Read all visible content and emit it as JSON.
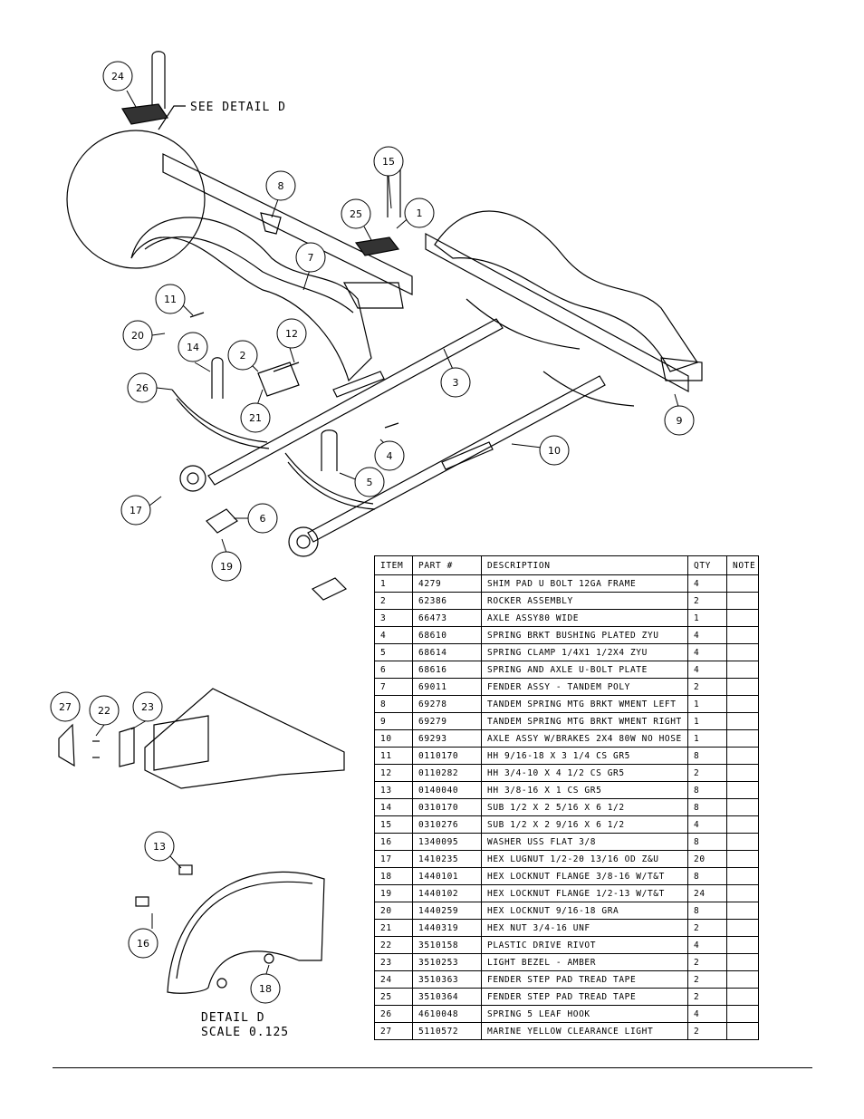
{
  "callouts": [
    "24",
    "15",
    "25",
    "1",
    "8",
    "7",
    "11",
    "20",
    "12",
    "14",
    "2",
    "26",
    "21",
    "3",
    "9",
    "10",
    "4",
    "5",
    "17",
    "6",
    "19",
    "27",
    "22",
    "23",
    "13",
    "16",
    "18"
  ],
  "notes": {
    "see_detail": "SEE DETAIL  D",
    "detail_title": "DETAIL  D",
    "detail_scale": "SCALE  0.125"
  },
  "table": {
    "headers": [
      "ITEM",
      "PART #",
      "DESCRIPTION",
      "QTY",
      "NOTE"
    ],
    "rows": [
      [
        "1",
        "4279",
        "SHIM PAD   U BOLT 12GA FRAME",
        "4",
        ""
      ],
      [
        "2",
        "62386",
        "ROCKER ASSEMBLY",
        "2",
        ""
      ],
      [
        "3",
        "66473",
        "AXLE ASSY80 WIDE",
        "1",
        ""
      ],
      [
        "4",
        "68610",
        "SPRING BRKT BUSHING PLATED ZYU",
        "4",
        ""
      ],
      [
        "5",
        "68614",
        "SPRING CLAMP   1/4X1 1/2X4  ZYU",
        "4",
        ""
      ],
      [
        "6",
        "68616",
        "SPRING AND AXLE U-BOLT PLATE",
        "4",
        ""
      ],
      [
        "7",
        "69011",
        "FENDER ASSY - TANDEM POLY",
        "2",
        ""
      ],
      [
        "8",
        "69278",
        "TANDEM SPRING MTG BRKT WMENT LEFT",
        "1",
        ""
      ],
      [
        "9",
        "69279",
        "TANDEM SPRING MTG BRKT WMENT RIGHT",
        "1",
        ""
      ],
      [
        "10",
        "69293",
        "AXLE ASSY W/BRAKES 2X4 80W NO HOSE",
        "1",
        ""
      ],
      [
        "11",
        "0110170",
        "HH 9/16-18 X 3 1/4 CS GR5",
        "8",
        ""
      ],
      [
        "12",
        "0110282",
        "HH 3/4-10 X 4 1/2 CS GR5",
        "2",
        ""
      ],
      [
        "13",
        "0140040",
        "HH 3/8-16 X 1 CS GR5",
        "8",
        ""
      ],
      [
        "14",
        "0310170",
        "SUB 1/2 X 2 5/16 X 6 1/2",
        "8",
        ""
      ],
      [
        "15",
        "0310276",
        "SUB 1/2 X 2 9/16 X 6 1/2",
        "4",
        ""
      ],
      [
        "16",
        "1340095",
        "WASHER USS FLAT 3/8",
        "8",
        ""
      ],
      [
        "17",
        "1410235",
        "HEX LUGNUT 1/2-20 13/16 OD Z&U",
        "20",
        ""
      ],
      [
        "18",
        "1440101",
        "HEX LOCKNUT FLANGE 3/8-16 W/T&T",
        "8",
        ""
      ],
      [
        "19",
        "1440102",
        "HEX LOCKNUT FLANGE 1/2-13 W/T&T",
        "24",
        ""
      ],
      [
        "20",
        "1440259",
        "HEX LOCKNUT 9/16-18 GRA",
        "8",
        ""
      ],
      [
        "21",
        "1440319",
        "HEX NUT 3/4-16 UNF",
        "2",
        ""
      ],
      [
        "22",
        "3510158",
        "PLASTIC DRIVE RIVOT",
        "4",
        ""
      ],
      [
        "23",
        "3510253",
        "LIGHT BEZEL - AMBER",
        "2",
        ""
      ],
      [
        "24",
        "3510363",
        "FENDER STEP PAD TREAD TAPE",
        "2",
        ""
      ],
      [
        "25",
        "3510364",
        "FENDER STEP PAD TREAD TAPE",
        "2",
        ""
      ],
      [
        "26",
        "4610048",
        "SPRING  5 LEAF HOOK",
        "4",
        ""
      ],
      [
        "27",
        "5110572",
        "MARINE YELLOW CLEARANCE LIGHT",
        "2",
        ""
      ]
    ]
  }
}
